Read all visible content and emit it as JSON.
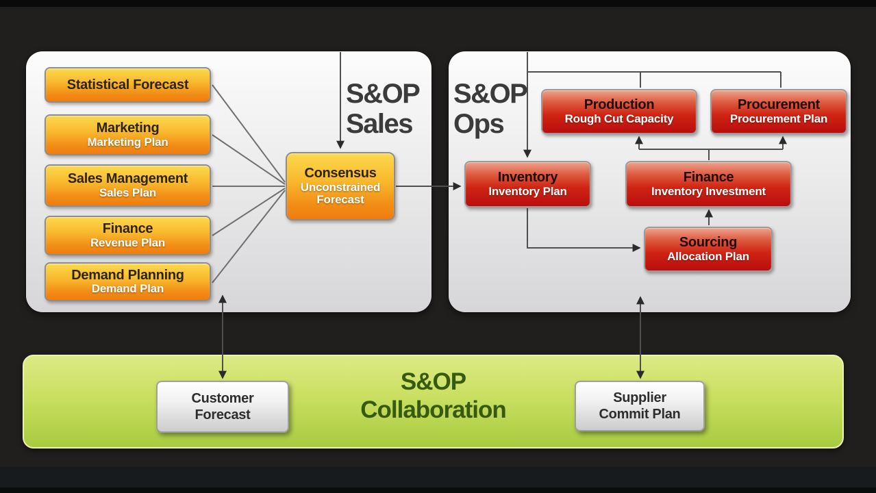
{
  "sales_panel": {
    "label_line1": "S&OP",
    "label_line2": "Sales",
    "boxes": [
      {
        "title": "Statistical Forecast",
        "subtitle": ""
      },
      {
        "title": "Marketing",
        "subtitle": "Marketing Plan"
      },
      {
        "title": "Sales Management",
        "subtitle": "Sales Plan"
      },
      {
        "title": "Finance",
        "subtitle": "Revenue Plan"
      },
      {
        "title": "Demand Planning",
        "subtitle": "Demand Plan"
      }
    ],
    "consensus": {
      "title": "Consensus",
      "subtitle": "Unconstrained Forecast"
    }
  },
  "ops_panel": {
    "label_line1": "S&OP",
    "label_line2": "Ops",
    "boxes": {
      "production": {
        "title": "Production",
        "subtitle": "Rough Cut Capacity"
      },
      "procurement": {
        "title": "Procurement",
        "subtitle": "Procurement Plan"
      },
      "inventory": {
        "title": "Inventory",
        "subtitle": "Inventory Plan"
      },
      "finance": {
        "title": "Finance",
        "subtitle": "Inventory Investment"
      },
      "sourcing": {
        "title": "Sourcing",
        "subtitle": "Allocation Plan"
      }
    }
  },
  "collaboration_bar": {
    "label_line1": "S&OP",
    "label_line2": "Collaboration",
    "customer_box": {
      "line1": "Customer",
      "line2": "Forecast"
    },
    "supplier_box": {
      "line1": "Supplier",
      "line2": "Commit Plan"
    }
  },
  "colors": {
    "orange_box_top": "#fcd94e",
    "orange_box_bottom": "#ee7d10",
    "red_box_top": "#eea28b",
    "red_box_bottom": "#b90e0e",
    "panel_bg": "#ececed",
    "collab_green_top": "#dcea85",
    "collab_green_bottom": "#a7cb40",
    "collab_text": "#375a11",
    "arrow": "#4f4f4f",
    "background": "#211f1e"
  }
}
